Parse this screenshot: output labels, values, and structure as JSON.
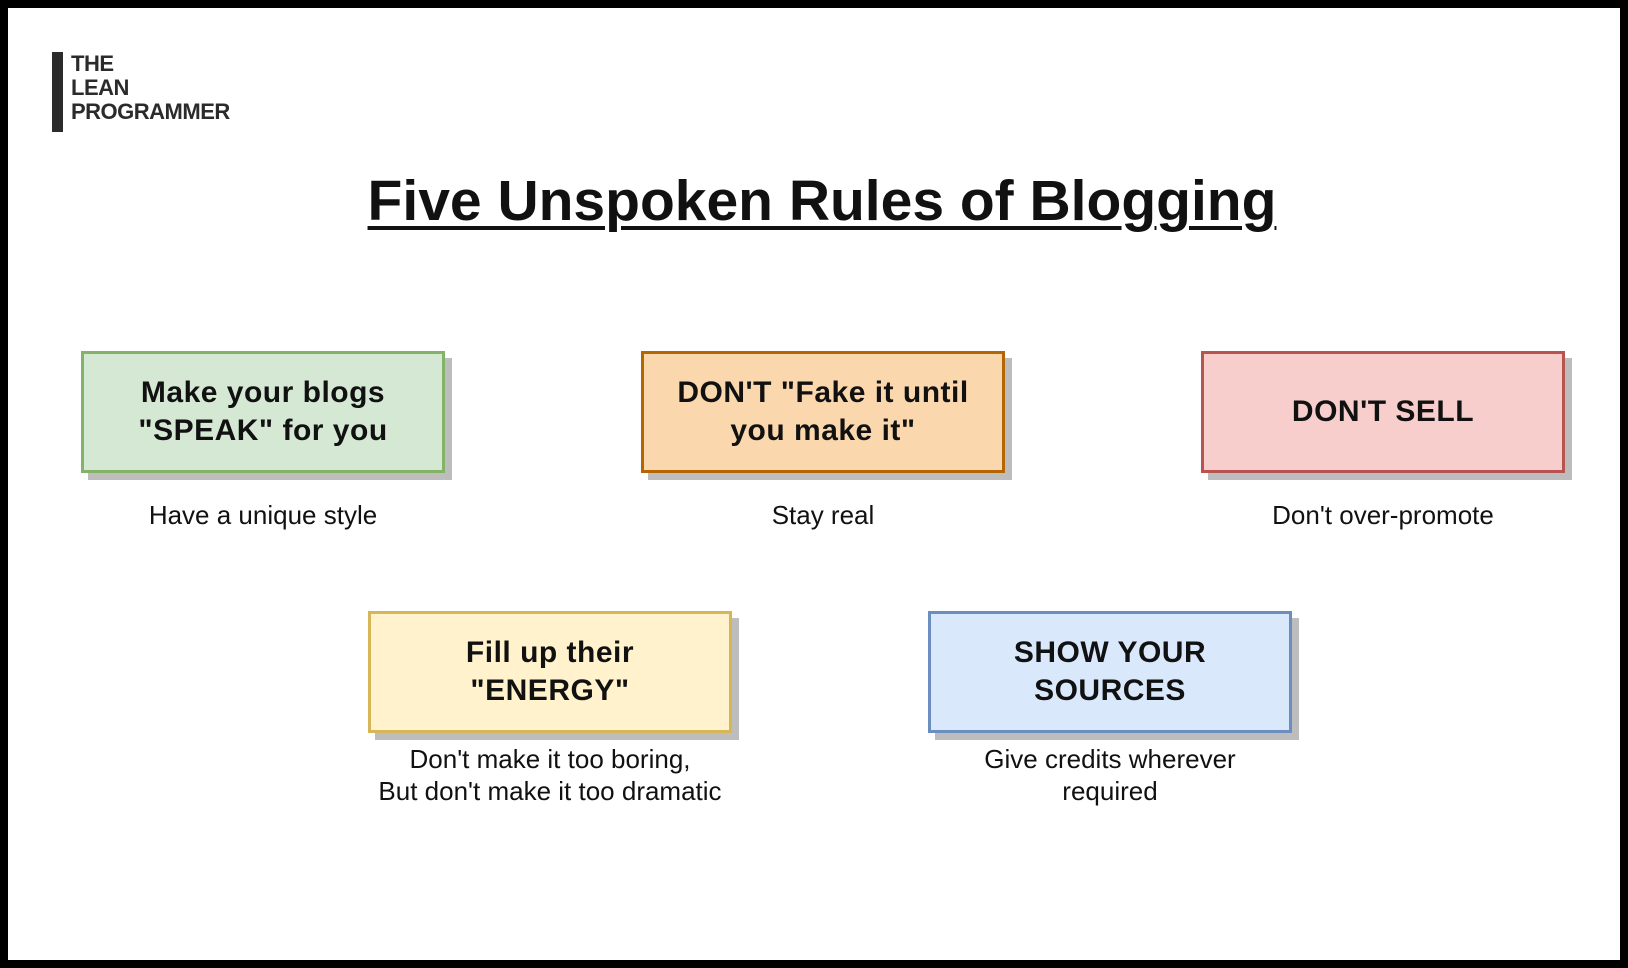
{
  "logo": {
    "lines": [
      "THE",
      "LEAN",
      "PROGRAMMER"
    ]
  },
  "title": "Five Unspoken Rules of Blogging",
  "rules": [
    {
      "heading_lines": [
        "Make your blogs",
        "\"SPEAK\" for you"
      ],
      "caption_lines": [
        "Have a unique style"
      ],
      "fill": "#d5e8d4",
      "border": "#82b366"
    },
    {
      "heading_lines": [
        "DON'T \"Fake it until",
        "you make it\""
      ],
      "caption_lines": [
        "Stay real"
      ],
      "fill": "#fad7ac",
      "border": "#b46504"
    },
    {
      "heading_lines": [
        "DON'T SELL"
      ],
      "caption_lines": [
        "Don't over-promote"
      ],
      "fill": "#f8cecc",
      "border": "#b85450"
    },
    {
      "heading_lines": [
        "Fill up their",
        "\"ENERGY\""
      ],
      "caption_lines": [
        "Don't make it too boring,",
        "But don't make it too dramatic"
      ],
      "fill": "#fff2cc",
      "border": "#d6b656"
    },
    {
      "heading_lines": [
        "SHOW YOUR",
        "SOURCES"
      ],
      "caption_lines": [
        "Give credits wherever",
        "required"
      ],
      "fill": "#dae8fc",
      "border": "#6c8ebf"
    }
  ]
}
